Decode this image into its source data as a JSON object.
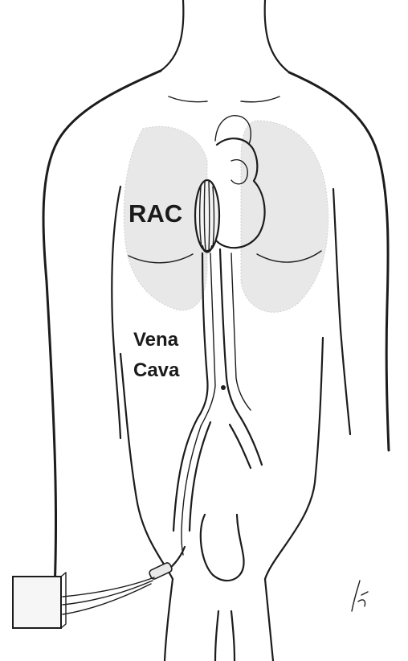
{
  "labels": {
    "rac": "RAC",
    "vena": "Vena",
    "cava": "Cava"
  },
  "colors": {
    "ink": "#1c1c1c",
    "lung_shading": "#e4e4e4",
    "background": "#ffffff"
  }
}
